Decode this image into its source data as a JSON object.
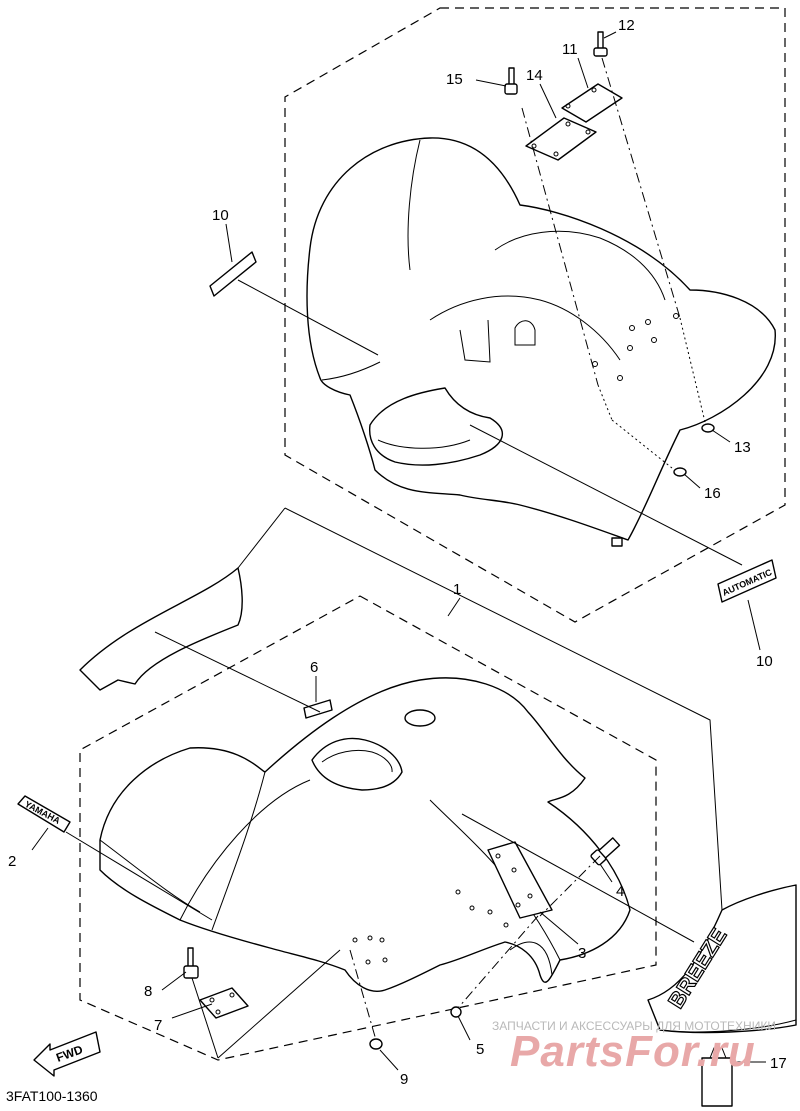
{
  "diagram_code": "3FAT100-1360",
  "callouts": {
    "c1": "1",
    "c2": "2",
    "c3": "3",
    "c4": "4",
    "c5": "5",
    "c6": "6",
    "c7": "7",
    "c8": "8",
    "c9": "9",
    "c10a": "10",
    "c10b": "10",
    "c11": "11",
    "c12": "12",
    "c13": "13",
    "c14": "14",
    "c15": "15",
    "c16": "16",
    "c17": "17"
  },
  "decals": {
    "yamaha": "YAMAHA",
    "automatic": "AUTOMATIC",
    "breeze": "BREEZE",
    "fwd": "FWD"
  },
  "watermark": {
    "top": "ЗАПЧАСТИ И АКСЕССУАРЫ ДЛЯ МОТОТЕХНИКИ",
    "logo": "PartsFor.ru"
  },
  "colors": {
    "line": "#000000",
    "background": "#ffffff",
    "watermark_logo": "#e8a8a8",
    "watermark_text": "#b9b9b9"
  }
}
